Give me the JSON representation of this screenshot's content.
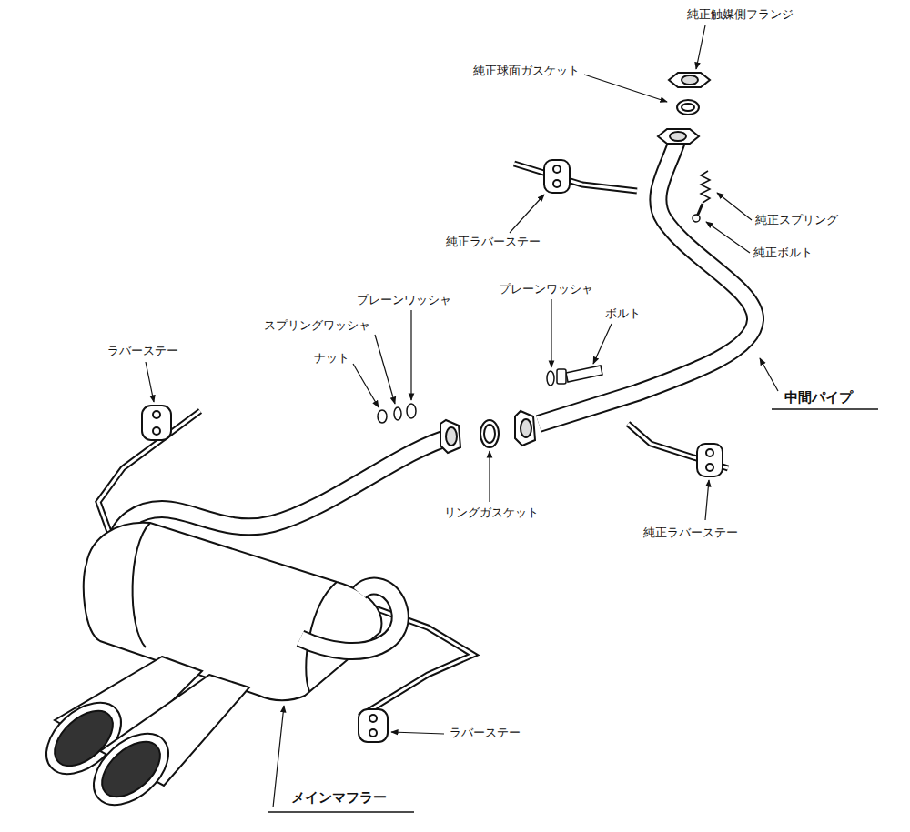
{
  "diagram": {
    "labels": [
      "純正触媒側フランジ",
      "純正球面ガスケット",
      "純正スプリング",
      "純正ボルト",
      "純正ラバーステー",
      "プレーンワッシャ",
      "プレーンワッシャ",
      "スプリングワッシャ",
      "ボルト",
      "ナット",
      "ラバーステー",
      "中間パイプ",
      "リングガスケット",
      "純正ラバーステー",
      "ラバーステー",
      "メインマフラー"
    ]
  }
}
